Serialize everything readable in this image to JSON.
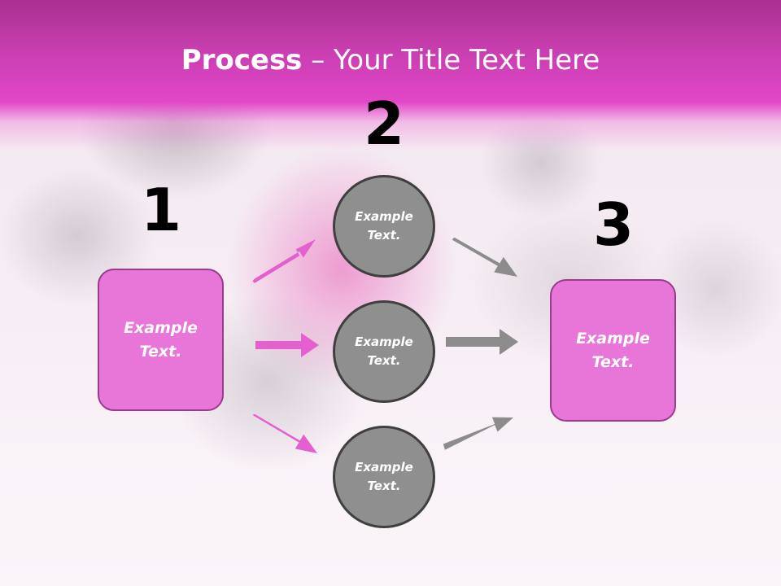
{
  "title": {
    "bold": "Process",
    "rest": " – Your Title Text Here"
  },
  "steps": [
    {
      "number": "1",
      "label": "Example Text."
    },
    {
      "number": "2",
      "items": [
        "Example Text.",
        "Example Text.",
        "Example Text."
      ]
    },
    {
      "number": "3",
      "label": "Example Text."
    }
  ],
  "colors": {
    "header": "#d642be",
    "box_fill": "#e876d8",
    "box_border": "#9a3b8c",
    "circle_fill": "#8f8f8f",
    "circle_border": "#3f3f3f",
    "arrow_pink": "#e65fcf",
    "arrow_gray": "#8c8c8c"
  }
}
